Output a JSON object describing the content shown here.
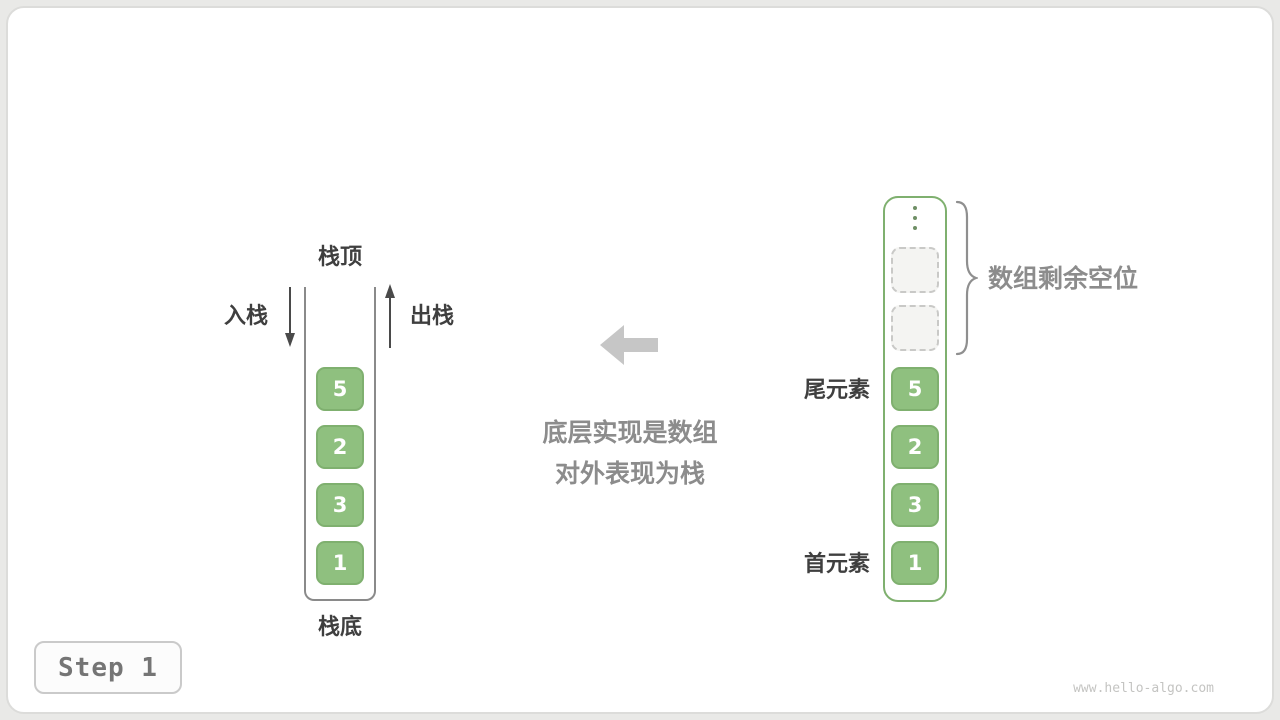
{
  "colors": {
    "page_bg": "#E9E9E7",
    "card_bg": "#FFFFFF",
    "card_border": "#DCDCDA",
    "cell_green": "#8FC07F",
    "cell_green_border": "#7FB06F",
    "container_green_border": "#7FB06F",
    "dashed_cell_bg": "#F4F4F2",
    "dashed_cell_border": "#C9C9C7",
    "stack_outline": "#8A8A8A",
    "dark_text": "#3F3F3F",
    "gray_text": "#8C8C8C",
    "flow_arrow": "#C6C6C6",
    "arrow_stroke": "#4A4A4A",
    "badge_border": "#CACACA",
    "badge_text": "#757575",
    "watermark_text": "#C4C4C2"
  },
  "stack": {
    "top_label": "栈顶",
    "bottom_label": "栈底",
    "push_label": "入栈",
    "pop_label": "出栈",
    "values": [
      "5",
      "2",
      "3",
      "1"
    ]
  },
  "caption": {
    "line1": "底层实现是数组",
    "line2": "对外表现为栈"
  },
  "array": {
    "tail_label": "尾元素",
    "head_label": "首元素",
    "spare_label": "数组剩余空位",
    "empty_slot_count": 2,
    "values": [
      "5",
      "2",
      "3",
      "1"
    ]
  },
  "icons": {
    "push_arrow": "down-arrow",
    "pop_arrow": "up-arrow",
    "flow_arrow": "left-arrow",
    "spare_ellipsis": "vertical-ellipsis",
    "spare_brace": "right-curly-brace"
  },
  "footer": {
    "step_badge": "Step 1",
    "watermark": "www.hello-algo.com"
  }
}
